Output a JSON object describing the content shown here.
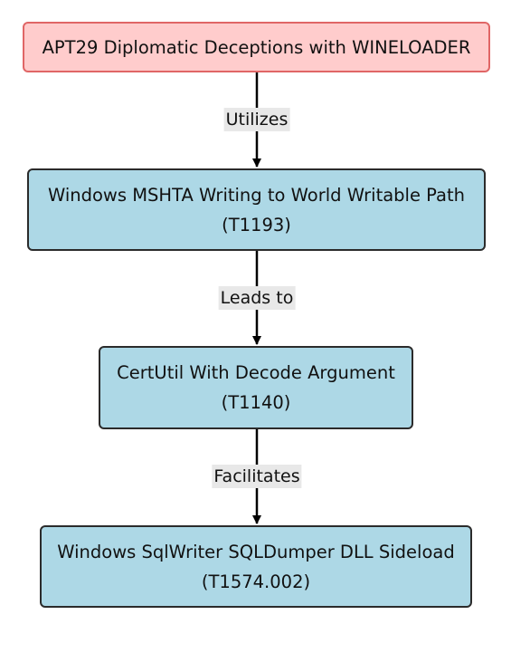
{
  "diagram": {
    "root": {
      "label": "APT29 Diplomatic Deceptions with WINELOADER",
      "fill": "#ffcccc",
      "stroke": "#e06666"
    },
    "steps": [
      {
        "title": "Windows MSHTA Writing to World Writable Path",
        "technique": "(T1193)"
      },
      {
        "title": "CertUtil With Decode Argument",
        "technique": "(T1140)"
      },
      {
        "title": "Windows SqlWriter SQLDumper DLL Sideload",
        "technique": "(T1574.002)"
      }
    ],
    "step_fill": "#add8e6",
    "step_stroke": "#2b2b2b",
    "edges": [
      {
        "from": "root",
        "to": "step-1",
        "label": "Utilizes"
      },
      {
        "from": "step-1",
        "to": "step-2",
        "label": "Leads to"
      },
      {
        "from": "step-2",
        "to": "step-3",
        "label": "Facilitates"
      }
    ],
    "edge_label_bg": "#e8e8e8",
    "arrow_color": "#000000"
  }
}
